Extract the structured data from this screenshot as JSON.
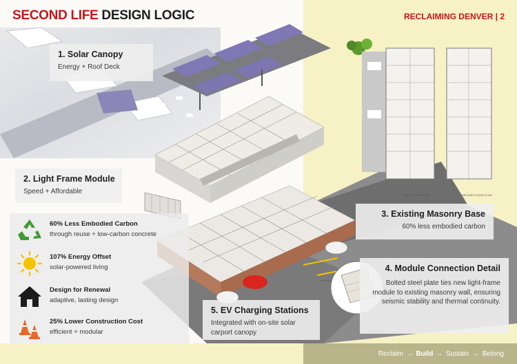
{
  "header": {
    "title_red": "SECOND LIFE",
    "title_dark": "DESIGN LOGIC",
    "brand": "RECLAIMING DENVER | 2"
  },
  "labels": {
    "solar": {
      "title": "1. Solar Canopy",
      "sub": "Energy + Roof Deck"
    },
    "frame": {
      "title": "2. Light Frame Module",
      "sub": "Speed + Affordable"
    },
    "masonry": {
      "title": "3. Existing Masonry Base",
      "sub": "60% less embodied carbon"
    },
    "connection": {
      "title": "4. Module Connection Detail",
      "sub": "Bolted steel plate ties new light-frame module to existing masonry wall, ensuring seismic stability and thermal continuity."
    },
    "ev": {
      "title": "5. EV Charging Stations",
      "sub": "Integrated with on-site solar carport canopy"
    }
  },
  "stats": [
    {
      "title": "60% Less Embodied Carbon",
      "sub": "through reuse + low-carbon concrete",
      "icon": "recycle-icon"
    },
    {
      "title": "107% Energy Offset",
      "sub": "solar-powered living",
      "icon": "sun-icon"
    },
    {
      "title": "Design for Renewal",
      "sub": "adaptive, lasting design",
      "icon": "house-icon"
    },
    {
      "title": "25% Lower Construction Cost",
      "sub": "efficient + modular",
      "icon": "cones-icon"
    }
  ],
  "plans": {
    "first": "FIRST FLOOR PLAN",
    "second": "SECOND FLOOR PLAN"
  },
  "footer": {
    "steps": [
      "Reclaim",
      "Build",
      "Sustain",
      "Belong"
    ],
    "arrow": "→",
    "active_step": "Build"
  },
  "colors": {
    "accent_red": "#c4161c",
    "recycle_green": "#3f9c35",
    "sun_yellow": "#f5c400",
    "cone_orange": "#e8682a",
    "panel_bg": "#f7f1c6"
  }
}
